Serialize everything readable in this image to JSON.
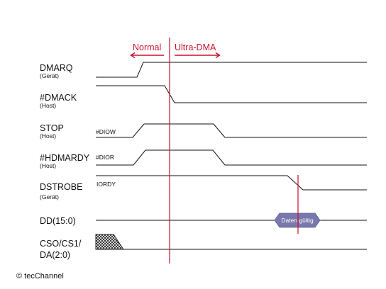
{
  "header": {
    "left_label": "Normal",
    "right_label": "Ultra-DMA"
  },
  "signals": [
    {
      "name": "DMARQ",
      "sub": "(Gerät)",
      "alt": ""
    },
    {
      "name": "#DMACK",
      "sub": "(Host)",
      "alt": ""
    },
    {
      "name": "STOP",
      "sub": "(Host)",
      "alt": "#DIOW"
    },
    {
      "name": "#HDMARDY",
      "sub": "(Host)",
      "alt": "#DIOR"
    },
    {
      "name": "DSTROBE",
      "sub": "(Gerät)",
      "alt": "IORDY"
    },
    {
      "name": "DD(15:0)",
      "sub": "",
      "alt": ""
    },
    {
      "name": "CSO/CS1/",
      "name2": "DA(2:0)",
      "sub": "",
      "alt": ""
    }
  ],
  "badge": {
    "label": "Daten gültig"
  },
  "copyright": "© tecChannel",
  "colors": {
    "accent": "#c8102e",
    "line": "#111111",
    "badge_fill": "#7878ad"
  }
}
